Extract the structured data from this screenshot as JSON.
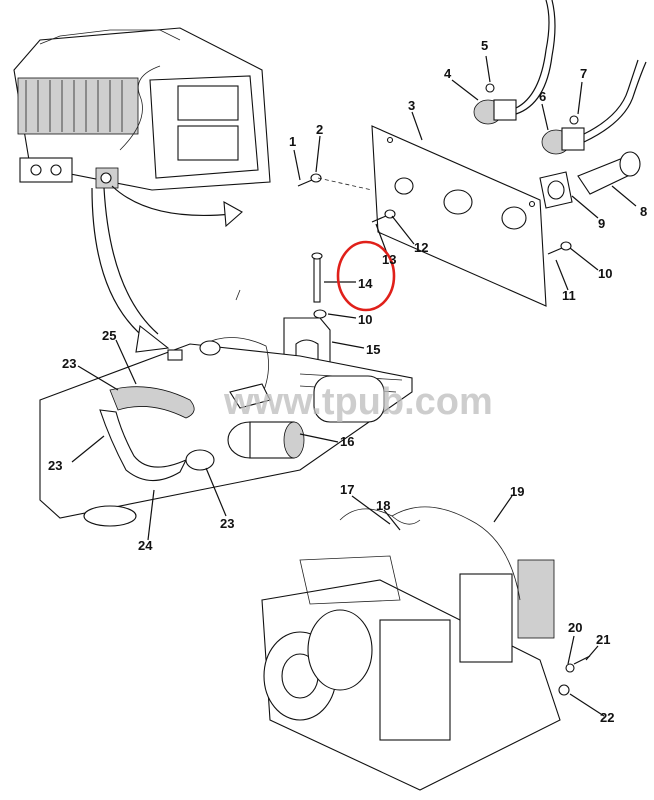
{
  "watermark": "www.tpub.com",
  "highlight_color": "#e0201a",
  "callouts": {
    "c1": "1",
    "c2": "2",
    "c3": "3",
    "c4": "4",
    "c5": "5",
    "c6": "6",
    "c7": "7",
    "c8": "8",
    "c9": "9",
    "c10a": "10",
    "c10b": "10",
    "c11": "11",
    "c12": "12",
    "c13": "13",
    "c14": "14",
    "c15": "15",
    "c16": "16",
    "c17": "17",
    "c18": "18",
    "c19": "19",
    "c20": "20",
    "c21": "21",
    "c22": "22",
    "c23a": "23",
    "c23b": "23",
    "c23c": "23",
    "c24": "24",
    "c25": "25"
  },
  "highlighted_callout": "14"
}
